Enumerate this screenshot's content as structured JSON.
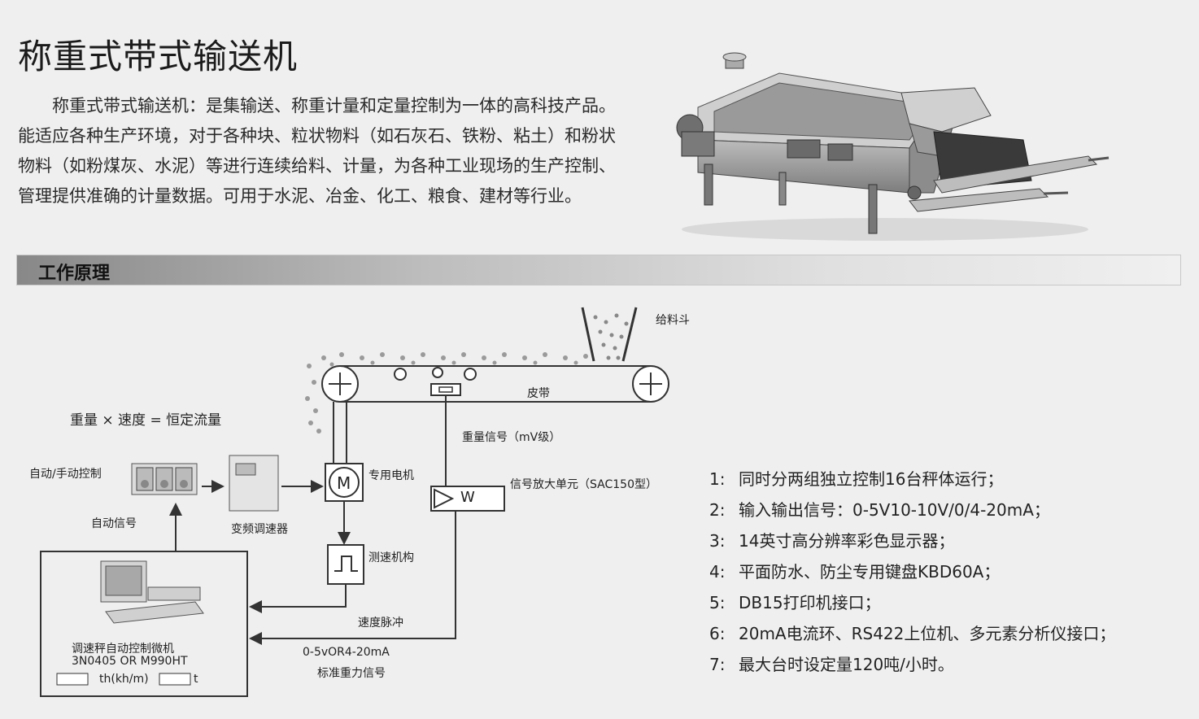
{
  "page": {
    "title": "称重式带式输送机",
    "intro": "称重式带式输送机：是集输送、称重计量和定量控制为一体的高科技产品。能适应各种生产环境，对于各种块、粒状物料（如石灰石、铁粉、粘土）和粉状物料（如粉煤灰、水泥）等进行连续给料、计量，为各种工业现场的生产控制、管理提供准确的计量数据。可用于水泥、冶金、化工、粮食、建材等行业。",
    "section_title": "工作原理"
  },
  "diagram": {
    "hopper": "给料斗",
    "belt": "皮带",
    "formula": "重量 × 速度 = 恒定流量",
    "weight_signal": "重量信号（mV级）",
    "motor": "专用电机",
    "motor_symbol": "M",
    "amplifier": "信号放大单元（SAC150型）",
    "amplifier_symbol": "W",
    "auto_manual": "自动/手动控制",
    "inverter": "变频调速器",
    "auto_signal": "自动信号",
    "speed_sensor": "测速机构",
    "speed_pulse": "速度脉冲",
    "computer_line1": "调速秤自动控制微机",
    "computer_line2": "3N0405 OR M990HT",
    "unit1": "th(kh/m)",
    "unit2": "t",
    "standard_signal_line1": "0-5vOR4-20mA",
    "standard_signal_line2": "标准重力信号"
  },
  "features": [
    {
      "num": "1:",
      "text": "同时分两组独立控制16台秤体运行；"
    },
    {
      "num": "2:",
      "text": "输入输出信号：0-5V10-10V/0/4-20mA；"
    },
    {
      "num": "3:",
      "text": "14英寸高分辨率彩色显示器；"
    },
    {
      "num": "4:",
      "text": "平面防水、防尘专用键盘KBD60A；"
    },
    {
      "num": "5:",
      "text": "DB15打印机接口；"
    },
    {
      "num": "6:",
      "text": "20mA电流环、RS422上位机、多元素分析仪接口；"
    },
    {
      "num": "7:",
      "text": "最大台时设定量120吨/小时。"
    }
  ]
}
